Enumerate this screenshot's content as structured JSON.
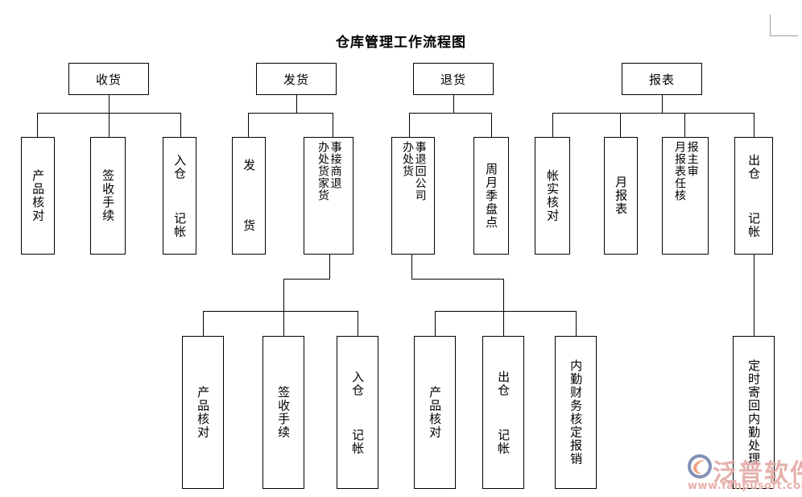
{
  "page": {
    "title": "仓库管理工作流程图",
    "background_color": "#ffffff",
    "line_color": "#000000"
  },
  "watermark": {
    "brand": "泛普软件",
    "url": "www.fanpusoft.com",
    "brand_color": "#e2a9a2",
    "logo_colors": [
      "#6e7ca8",
      "#f0a080"
    ]
  },
  "chart_data": {
    "type": "diagram",
    "title": "仓库管理工作流程图",
    "description": "Warehouse management workflow tree chart with four top-level branches",
    "branches": [
      {
        "id": "receiving",
        "root": "收货",
        "children": [
          "产品核对",
          "签收手续",
          "入仓  记帐"
        ]
      },
      {
        "id": "shipping",
        "root": "发货",
        "children": [
          "发   货",
          "事接商退\n办处货家货"
        ],
        "sub_parent": "事接商退 / 办处货家货",
        "sub_children": [
          "产品核对",
          "签收手续",
          "入仓  记帐"
        ]
      },
      {
        "id": "returns",
        "root": "退货",
        "children": [
          "事退回公司\n办处货",
          "周月季盘点"
        ],
        "sub_parent": "事退回公司 / 办处货",
        "sub_children": [
          "产品核对",
          "出仓  记帐",
          "内勤财务核定报销"
        ]
      },
      {
        "id": "reports",
        "root": "报表",
        "children": [
          "帐实核对",
          "月报表",
          "报主审\n月报表任核",
          "出仓  记帐"
        ],
        "sub_parent": "出仓  记帐",
        "sub_children": [
          "定时寄回内勤处理"
        ]
      }
    ]
  },
  "boxes": {
    "row1": [
      {
        "key": "receiving",
        "label": "收货"
      },
      {
        "key": "shipping",
        "label": "发货"
      },
      {
        "key": "returns",
        "label": "退货"
      },
      {
        "key": "reports",
        "label": "报表"
      }
    ],
    "row2_receiving": [
      {
        "key": "r1c1",
        "label": "产品核对"
      },
      {
        "key": "r1c2",
        "label": "签收手续"
      },
      {
        "key": "r1c3",
        "label": "入仓  记帐"
      }
    ],
    "row2_shipping": [
      {
        "key": "s1c1",
        "label": "发   货"
      }
    ],
    "row2_shipping_multi": {
      "key": "s1c2",
      "col_right": "事接商退",
      "col_left": "办处货家货"
    },
    "row2_returns_multi": {
      "key": "t1c1",
      "col_right": "事退回公司",
      "col_left": "办处货"
    },
    "row2_returns": [
      {
        "key": "t1c2",
        "label": "周月季盘点"
      }
    ],
    "row2_reports": [
      {
        "key": "p1c1",
        "label": "帐实核对"
      },
      {
        "key": "p1c2",
        "label": "月报表"
      },
      {
        "key": "p1c4",
        "label": "出仓  记帐"
      }
    ],
    "row2_reports_multi": {
      "key": "p1c3",
      "col_right": "报主审",
      "col_left": "月报表任核"
    },
    "row3_shipping": [
      {
        "key": "s2c1",
        "label": "产品核对"
      },
      {
        "key": "s2c2",
        "label": "签收手续"
      },
      {
        "key": "s2c3",
        "label": "入仓  记帐"
      }
    ],
    "row3_returns": [
      {
        "key": "t2c1",
        "label": "产品核对"
      },
      {
        "key": "t2c2",
        "label": "出仓  记帐"
      },
      {
        "key": "t2c3",
        "label": "内勤财务核定报销"
      }
    ],
    "row3_reports": [
      {
        "key": "p2c1",
        "label": "定时寄回内勤处理"
      }
    ]
  }
}
